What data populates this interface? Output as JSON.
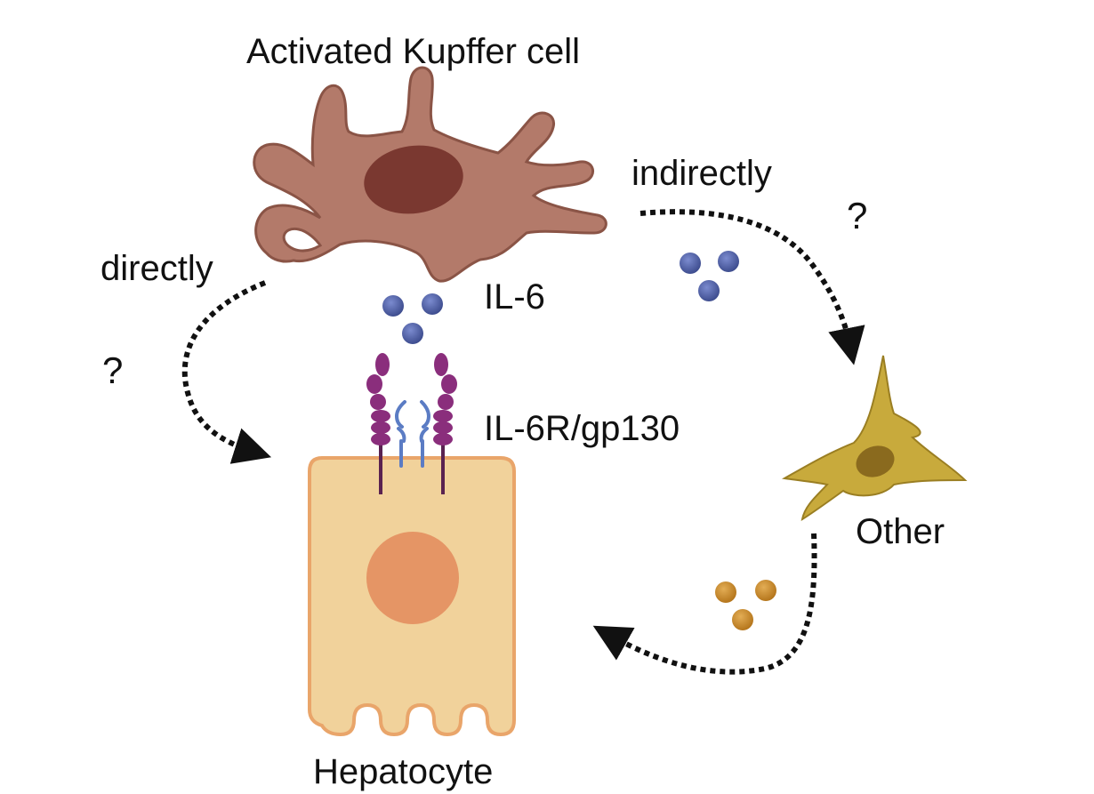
{
  "labels": {
    "kupffer": "Activated Kupffer cell",
    "indirectly": "indirectly",
    "directly": "directly",
    "q_right": "?",
    "q_left": "?",
    "il6": "IL-6",
    "receptor": "IL-6R/gp130",
    "other": "Other",
    "hepatocyte": "Hepatocyte"
  },
  "colors": {
    "kupffer_body": "#b37a6a",
    "kupffer_outline": "#8a5446",
    "kupffer_nucleus": "#7a3830",
    "il6_molecule": "#4b5b9e",
    "receptor": "#8a2e7c",
    "gp130": "#5b7cc4",
    "other_cell_body": "#c8aa3c",
    "other_cell_nucleus": "#8a6a1e",
    "other_molecule": "#c98a28",
    "hepatocyte_body": "#f1d29b",
    "hepatocyte_outline": "#e9a56a",
    "hepatocyte_nucleus": "#e59565",
    "arrow": "#111111"
  }
}
